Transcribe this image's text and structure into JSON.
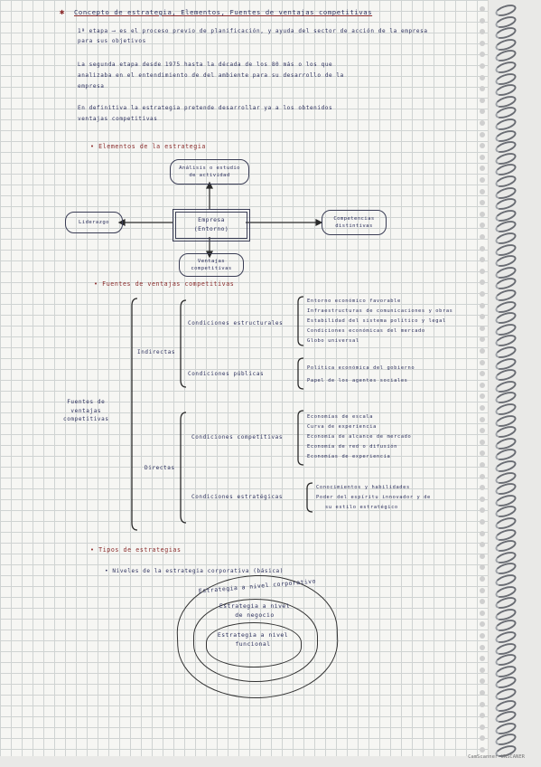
{
  "page": {
    "title": "Concepto de estrategia, Elementos, Fuentes de ventajas competitivas",
    "paragraph1": "1ª etapa ⟶ es el proceso previo de planificación, y ayuda del sector de acción de la empresa para sus objetivos",
    "paragraph2_line1": "La segunda etapa desde 1975 hasta la década de los 80 más o los que",
    "paragraph2_line2": "analizaba en el entendimiento de del ambiente para su desarrollo de la",
    "paragraph2_line3": "empresa",
    "paragraph3_line1": "En definitiva la estrategia pretende desarrollar ya a los obtenidos",
    "paragraph3_line2": "ventajas competitivas"
  },
  "elements_section": {
    "heading": "• Elementos de la estrategia",
    "center_box": "Empresa\n(Entorno)",
    "top_box": "Análisis o estudio\nde actividad",
    "left_box": "Liderazgo",
    "right_box": "Competencias\ndistintivas",
    "bottom_box": "Ventajas\ncompetitivas"
  },
  "sources_section": {
    "heading": "• Fuentes de ventajas competitivas",
    "root": "Fuentes de\nventajas\ncompetitivas",
    "indirect_label": "Indirectas",
    "direct_label": "Directas",
    "groups": [
      {
        "label": "Condiciones estructurales",
        "items": [
          "Entorno económico favorable",
          "Infraestructuras de comunicaciones y obras",
          "Estabilidad del sistema político y legal",
          "Condiciones económicas del mercado",
          "Globo universal"
        ]
      },
      {
        "label": "Condiciones públicas",
        "items": [
          "Política económica del gobierno",
          "Papel de los agentes sociales"
        ]
      },
      {
        "label": "Condiciones competitivas",
        "items": [
          "Economías de escala",
          "Curva de experiencia",
          "Economía de alcance de mercado",
          "Economía de red o difusión",
          "Economías de experiencia"
        ]
      },
      {
        "label": "Condiciones estratégicas",
        "items": [
          "Conocimientos y habilidades",
          "Poder del espíritu innovador y de",
          "su estilo estratégico"
        ]
      }
    ]
  },
  "types_section": {
    "heading": "• Tipos de estrategias",
    "subheading": "• Niveles de la estrategia corporativa (básica)",
    "outer_ring": "Estrategia a nivel corporativo",
    "middle_ring": "Estrategia a nivel\nde negocio",
    "inner_ring": "Estrategia a nivel\nfuncional"
  },
  "footer": {
    "watermark": "CamScanner UNSCANER"
  }
}
